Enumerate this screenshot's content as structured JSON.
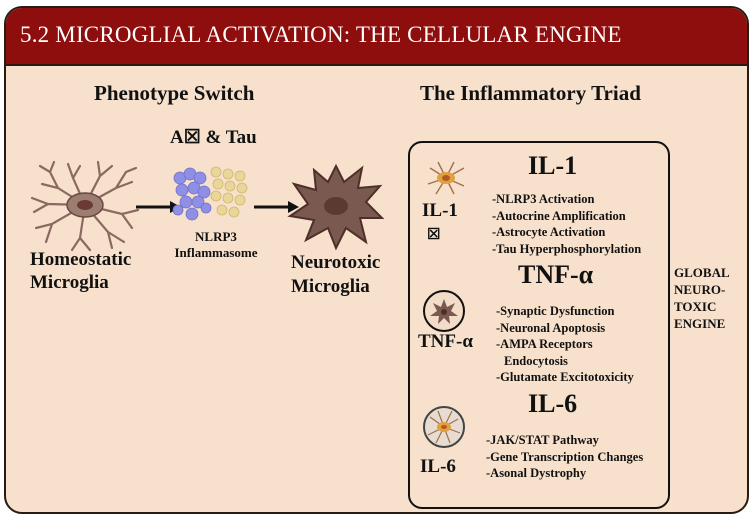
{
  "title": "5.2 MICROGLIAL ACTIVATION: THE CELLULAR ENGINE",
  "left": {
    "heading": "Phenotype Switch",
    "trigger_label": "A☒ & Tau",
    "homeostatic_label": [
      "Homeostatic",
      "Microglia"
    ],
    "inflammasome_label": [
      "NLRP3",
      "Inflammasome"
    ],
    "neurotoxic_label": [
      "Neurotoxic",
      "Microglia"
    ]
  },
  "right": {
    "heading": "The Inflammatory Triad",
    "il1": {
      "title": "IL-1",
      "icon_label": "IL-1",
      "icon_glyph": "☒",
      "items": [
        "-NLRP3 Activation",
        "-Autocrine Amplification",
        "-Astrocyte Activation",
        "-Tau Hyperphosphorylation"
      ]
    },
    "tnf": {
      "title": "TNF-α",
      "icon_label": "TNF-α",
      "items": [
        "-Synaptic Dysfunction",
        "-Neuronal Apoptosis",
        "-AMPA Receptors",
        "Endocytosis",
        "-Glutamate Excitotoxicity"
      ]
    },
    "il6": {
      "title": "IL-6",
      "icon_label": "IL-6",
      "items": [
        "-JAK/STAT Pathway",
        "-Gene Transcription Changes",
        "-Asonal Dystrophy"
      ]
    },
    "engine_label": [
      "GLOBAL",
      "NEURO-",
      "TOXIC",
      "ENGINE"
    ]
  },
  "colors": {
    "banner": "#8e0d0d",
    "background": "#f8e1cc",
    "microglia_body": "#8a6a60",
    "neurotoxic_body": "#6a4a40",
    "amyloid": "#8f8fe6",
    "tau": "#e9d79a"
  }
}
